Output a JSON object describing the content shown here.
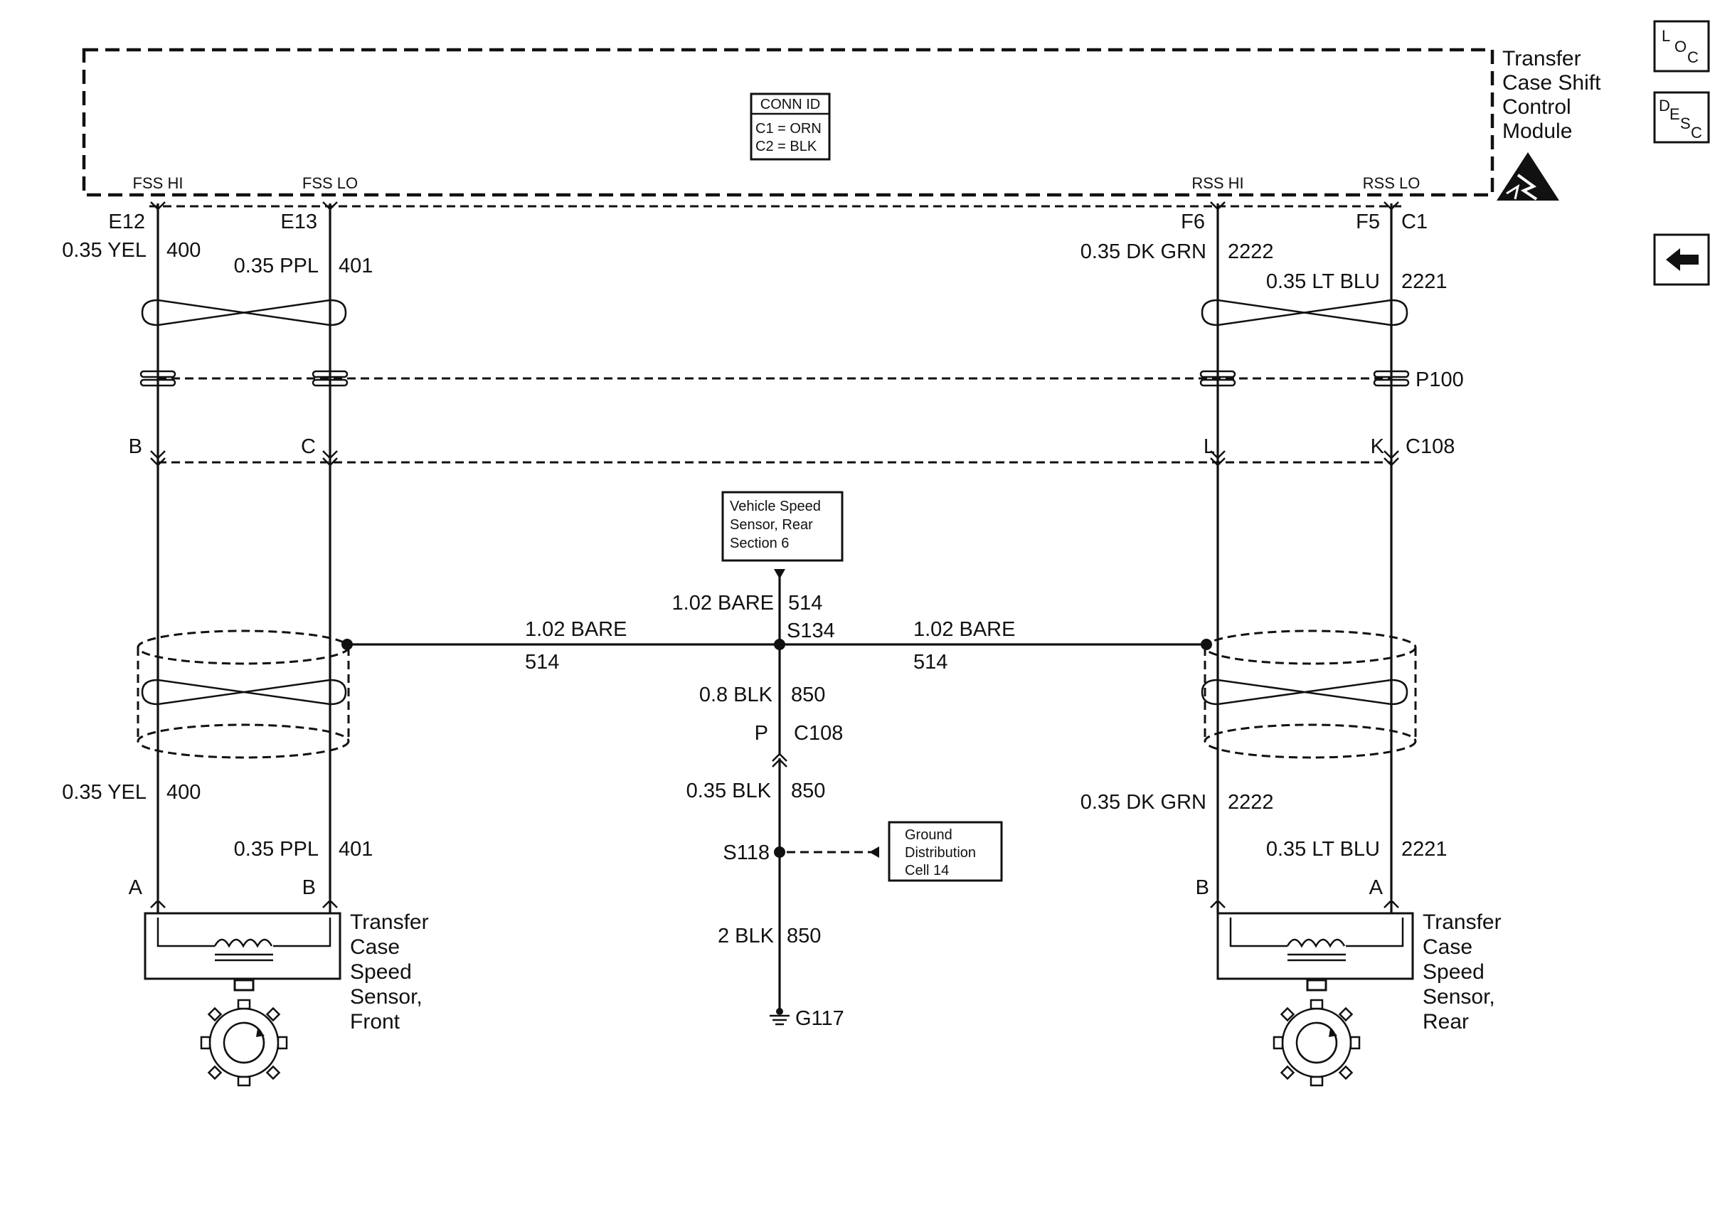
{
  "module": {
    "name": "Transfer\nCase Shift\nControl\nModule",
    "name_lines": [
      "Transfer",
      "Case Shift",
      "Control",
      "Module"
    ],
    "conn_id": {
      "title": "CONN ID",
      "c1": "C1 = ORN",
      "c2": "C2 = BLK"
    },
    "pins": [
      {
        "signal": "FSS HI",
        "cavity": "E12"
      },
      {
        "signal": "FSS LO",
        "cavity": "E13"
      },
      {
        "signal": "RSS HI",
        "cavity": "F6"
      },
      {
        "signal": "RSS LO",
        "cavity": "F5",
        "connector": "C1"
      }
    ]
  },
  "side_icons": {
    "loc": {
      "l1": "L",
      "l2": "O",
      "l3": "C"
    },
    "desc": {
      "l1": "D",
      "l2": "E",
      "l3": "S",
      "l4": "C"
    },
    "back": "back-arrow-icon"
  },
  "wires_upper": {
    "w1": {
      "size_color": "0.35 YEL",
      "circuit": "400"
    },
    "w2": {
      "size_color": "0.35 PPL",
      "circuit": "401"
    },
    "w3": {
      "size_color": "0.35 DK GRN",
      "circuit": "2222"
    },
    "w4": {
      "size_color": "0.35 LT BLU",
      "circuit": "2221"
    }
  },
  "connectors": {
    "p100": "P100",
    "c108_upper": {
      "name": "C108",
      "pins": [
        "B",
        "C",
        "L",
        "K"
      ]
    },
    "c108_lower": {
      "name": "C108",
      "pin": "P"
    }
  },
  "center_ref": {
    "lines": [
      "Vehicle Speed",
      "Sensor, Rear",
      "Section 6"
    ]
  },
  "drain": {
    "vertical": {
      "size_color": "1.02 BARE",
      "circuit": "514"
    },
    "splice": "S134",
    "left": {
      "size_color": "1.02 BARE",
      "circuit": "514"
    },
    "right": {
      "size_color": "1.02 BARE",
      "circuit": "514"
    }
  },
  "ground_path": {
    "seg1": {
      "size_color": "0.8 BLK",
      "circuit": "850"
    },
    "seg2": {
      "size_color": "0.35 BLK",
      "circuit": "850"
    },
    "splice": "S118",
    "seg3": {
      "size_color": "2 BLK",
      "circuit": "850"
    },
    "ground": "G117",
    "ref_lines": [
      "Ground",
      "Distribution",
      "Cell 14"
    ]
  },
  "wires_lower": {
    "w1": {
      "size_color": "0.35 YEL",
      "circuit": "400"
    },
    "w2": {
      "size_color": "0.35 PPL",
      "circuit": "401"
    },
    "w3": {
      "size_color": "0.35 DK GRN",
      "circuit": "2222"
    },
    "w4": {
      "size_color": "0.35 LT BLU",
      "circuit": "2221"
    }
  },
  "sensor_front": {
    "pins": [
      "A",
      "B"
    ],
    "label_lines": [
      "Transfer",
      "Case",
      "Speed",
      "Sensor,",
      "Front"
    ]
  },
  "sensor_rear": {
    "pins": [
      "B",
      "A"
    ],
    "label_lines": [
      "Transfer",
      "Case",
      "Speed",
      "Sensor,",
      "Rear"
    ]
  }
}
